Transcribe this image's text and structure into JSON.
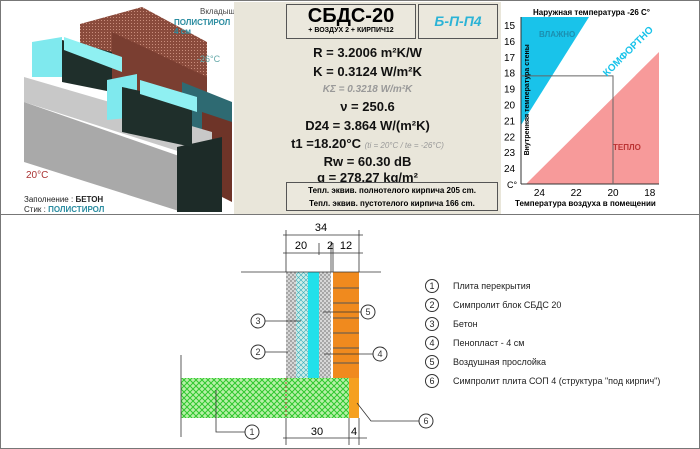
{
  "left_panel": {
    "title": "Вкладыш",
    "insert_material": "ПОЛИСТИРОЛ 4 см",
    "outside_temp": "-26°C",
    "inside_temp": "20°C",
    "fill_label": "Заполнение :",
    "fill_value": "БЕТОН",
    "joint_label": "Стик :",
    "joint_value": "ПОЛИСТИРОЛ"
  },
  "center_panel": {
    "product": "СБДС-20",
    "product_sub": "+ ВОЗДУХ 2 + КИРПИЧ12",
    "code": "Б-П-П4",
    "R": "R = 3.2006 m²K/W",
    "K": "K = 0.3124 W/m²K",
    "K_sigma": "KΣ = 0.3218 W/m²K",
    "nu": "ν =  250.6",
    "D24": "D24 = 3.864 W/(m²K)",
    "t1": "t1 =18.20°C",
    "t1_note": "(ti = 20°C / te = -26°C)",
    "Rw": "Rw = 60.30 dB",
    "q": "q = 278.27 kg/m²",
    "equiv_full": "Тепл. эквив. полнотелого кирпича 205 cm.",
    "equiv_hollow": "Тепл. эквив. пустотелого кирпича 166 cm."
  },
  "chart_data": {
    "type": "area",
    "title": "Наружная температура -26 C°",
    "xlabel": "Температура воздуха в помещении",
    "ylabel": "Внутренняя температура стены",
    "x_unit": "C°",
    "x_ticks": [
      "24",
      "22",
      "20",
      "18"
    ],
    "x_values": [
      24,
      22,
      20,
      18
    ],
    "y_ticks": [
      "15",
      "16",
      "17",
      "18",
      "19",
      "20",
      "21",
      "22",
      "23",
      "24"
    ],
    "xlim": [
      25,
      17.5
    ],
    "ylim": [
      25,
      14.5
    ],
    "regions": [
      "ВЛАЖНО",
      "КОМФОРТНО",
      "ТЕПЛО"
    ],
    "marker": {
      "x": 20,
      "y": 18.2
    },
    "colors": {
      "humid": "#19c3ea",
      "comfort": "#ffffff",
      "warm": "#f79a9a"
    }
  },
  "diagram": {
    "dims_top": [
      "34",
      "20",
      "2",
      "12"
    ],
    "dims_bottom": [
      "30",
      "4"
    ],
    "legend": [
      {
        "n": "1",
        "text": "Плита перекрытия"
      },
      {
        "n": "2",
        "text": "Симпролит блок СБДС 20"
      },
      {
        "n": "3",
        "text": "Бетон"
      },
      {
        "n": "4",
        "text": "Пенопласт - 4 см"
      },
      {
        "n": "5",
        "text": "Воздушная прослойка"
      },
      {
        "n": "6",
        "text": "Симпролит плита СОП 4 (структура \"под кирпич\")"
      }
    ]
  }
}
